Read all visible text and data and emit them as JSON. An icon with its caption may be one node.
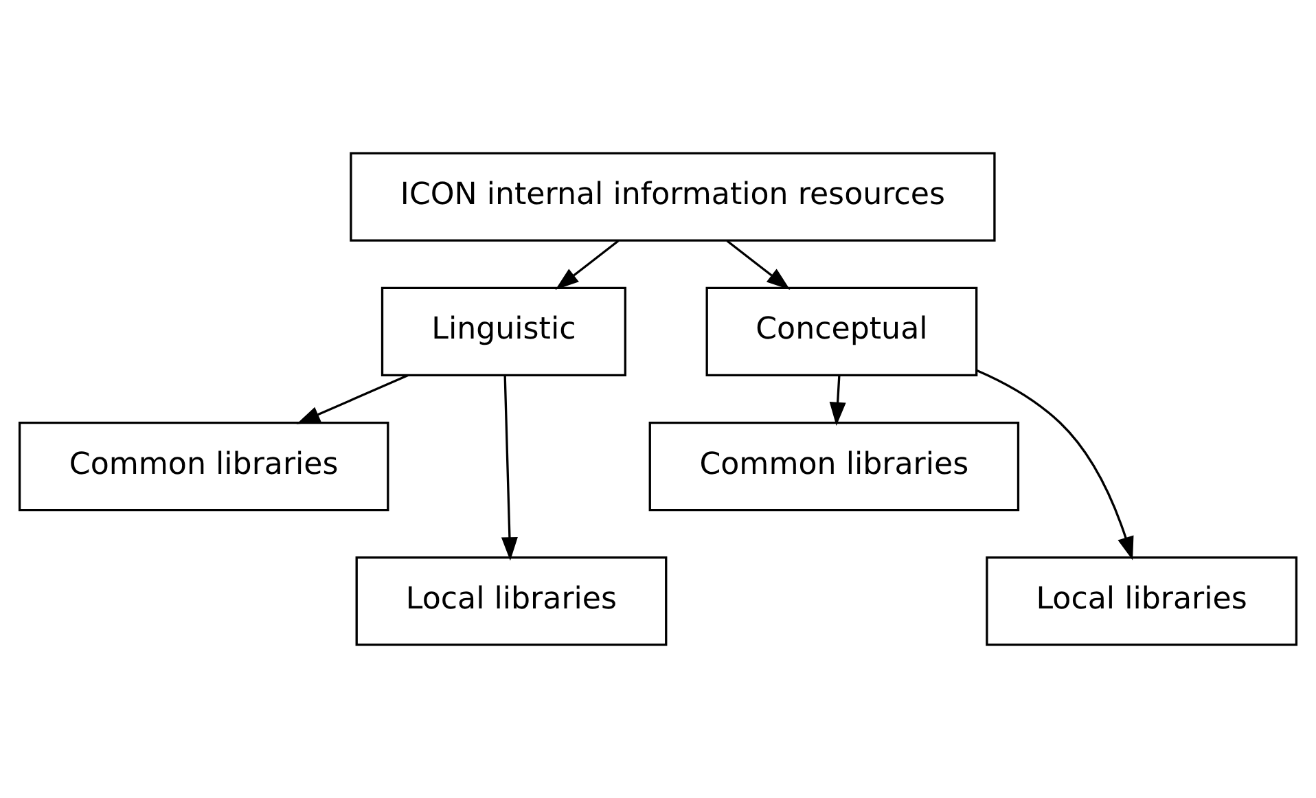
{
  "diagram": {
    "nodes": [
      {
        "text": [
          "ICON internal information resources"
        ]
      },
      {
        "text": [
          "Linguistic"
        ]
      },
      {
        "text": [
          "Conceptual"
        ]
      },
      {
        "text": [
          "Common libraries"
        ]
      },
      {
        "text": [
          "Local libraries"
        ]
      },
      {
        "text": [
          "Common libraries"
        ]
      },
      {
        "text": [
          "Local libraries"
        ]
      }
    ],
    "edges": [
      {
        "from": 0,
        "to": 1,
        "arrow": "to"
      },
      {
        "from": 0,
        "to": 2,
        "arrow": "to"
      },
      {
        "from": 1,
        "to": 3,
        "arrow": "to"
      },
      {
        "from": 1,
        "to": 4,
        "arrow": "to"
      },
      {
        "from": 2,
        "to": 5,
        "arrow": "to"
      },
      {
        "from": 2,
        "to": 6,
        "arrow": "to"
      }
    ]
  }
}
